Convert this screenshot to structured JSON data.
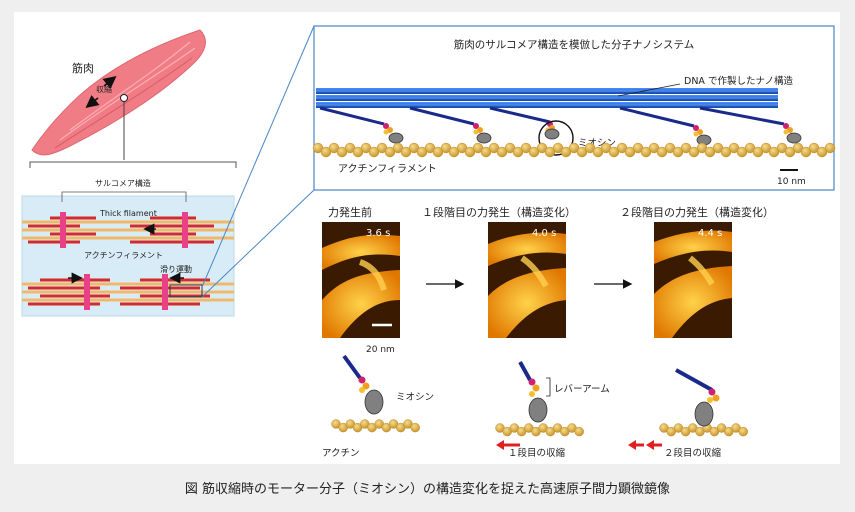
{
  "labels": {
    "muscle": "筋肉",
    "contraction": "収縮",
    "sarcomere": "サルコメア構造",
    "thick_filament": "Thick filament",
    "actin_filament": "アクチンフィラメント",
    "sliding": "滑り運動",
    "nano_title": "筋肉のサルコメア構造を模倣した分子ナノシステム",
    "dna_label": "DNA で作製したナノ構造",
    "myosin": "ミオシン",
    "actin_filament_top": "アクチンフィラメント",
    "scale_10nm": "10 nm",
    "phase0": "力発生前",
    "phase1": "１段階目の力発生（構造変化）",
    "phase2": "２段階目の力発生（構造変化）",
    "t0": "3.6 s",
    "t1": "4.0 s",
    "t2": "4.4 s",
    "scale_20nm": "20 nm",
    "myosin_bottom": "ミオシン",
    "lever_arm": "レバーアーム",
    "actin": "アクチン",
    "stage1": "１段目の収縮",
    "stage2": "２段目の収縮"
  },
  "caption": "図 筋収縮時のモーター分子（ミオシン）の構造変化を捉えた高速原子間力顕微鏡像",
  "colors": {
    "muscle": "#f07c86",
    "dna_blue": "#1f66d1",
    "actin_gold": "#e2b146",
    "afm_orange": "#f0a020",
    "arrow_red": "#e02020",
    "sarcomere_pink": "#e8418a"
  }
}
